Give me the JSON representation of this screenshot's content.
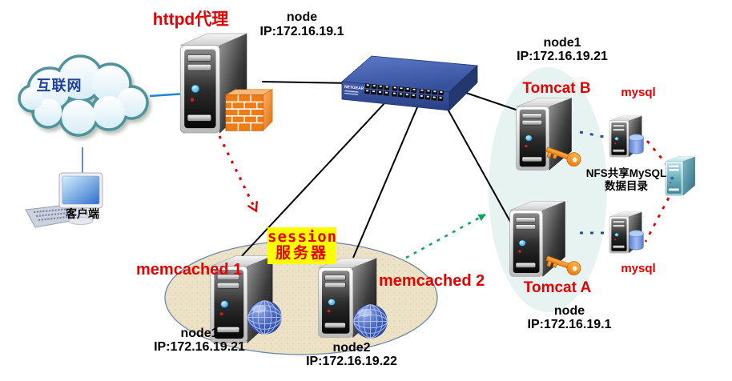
{
  "meta": {
    "type": "network-architecture-diagram",
    "canvas_width": "914",
    "canvas_height": "476"
  },
  "nodes": {
    "internet": {
      "label": "互联网"
    },
    "client": {
      "label": "客户端"
    },
    "httpd_proxy": {
      "title": "httpd代理",
      "node_name": "node",
      "node_ip": "IP:172.16.19.1"
    },
    "switch": {
      "brand": "NETGEAR"
    },
    "tomcat_b": {
      "title": "Tomcat B",
      "node_name": "node1",
      "node_ip": "IP:172.16.19.21"
    },
    "tomcat_a": {
      "title": "Tomcat A",
      "node_name": "node",
      "node_ip": "IP:172.16.19.1"
    },
    "mysql_top": {
      "title": "mysql"
    },
    "mysql_bottom": {
      "title": "mysql"
    },
    "nfs_note": {
      "line1": "NFS共享MySQL",
      "line2": "数据目录"
    },
    "session_group": {
      "line1": "session",
      "line2": "服务器"
    },
    "memcached_1": {
      "title": "memcached 1",
      "node_name": "node1",
      "node_ip": "IP:172.16.19.21"
    },
    "memcached_2": {
      "title": "memcached 2",
      "node_name": "node2",
      "node_ip": "IP:172.16.19.22"
    }
  },
  "icons": {
    "cloud": "internet-cloud",
    "desktop": "client-computer",
    "tower": "server-tower",
    "firewall": "firewall-brick-wall",
    "switch": "24-port-network-switch",
    "key": "orange-key",
    "globe": "blue-globe",
    "cylinder": "database-cylinder",
    "nfs_server": "teal-storage-server"
  },
  "colors": {
    "label_red": "#e60000",
    "label_black": "#000000",
    "internet_text_blue": "#21409c",
    "session_highlight_bg": "#ffff00",
    "link_black": "#000000",
    "internet_link_blue": "#1b86d8",
    "tomcat_mysql_dash_blue": "#1f4e9e",
    "nfs_dash_red": "#e60000",
    "proxy_session_arrow_red": "#e60000",
    "memcached_tomcat_arrow_green": "#0aa55a",
    "session_ellipse_fill": "#ece2c8",
    "tomcat_ellipse_fill": "#e6f3f1",
    "switch_blue": "#3c57a5",
    "firewall_orange": "#ee7d18"
  }
}
